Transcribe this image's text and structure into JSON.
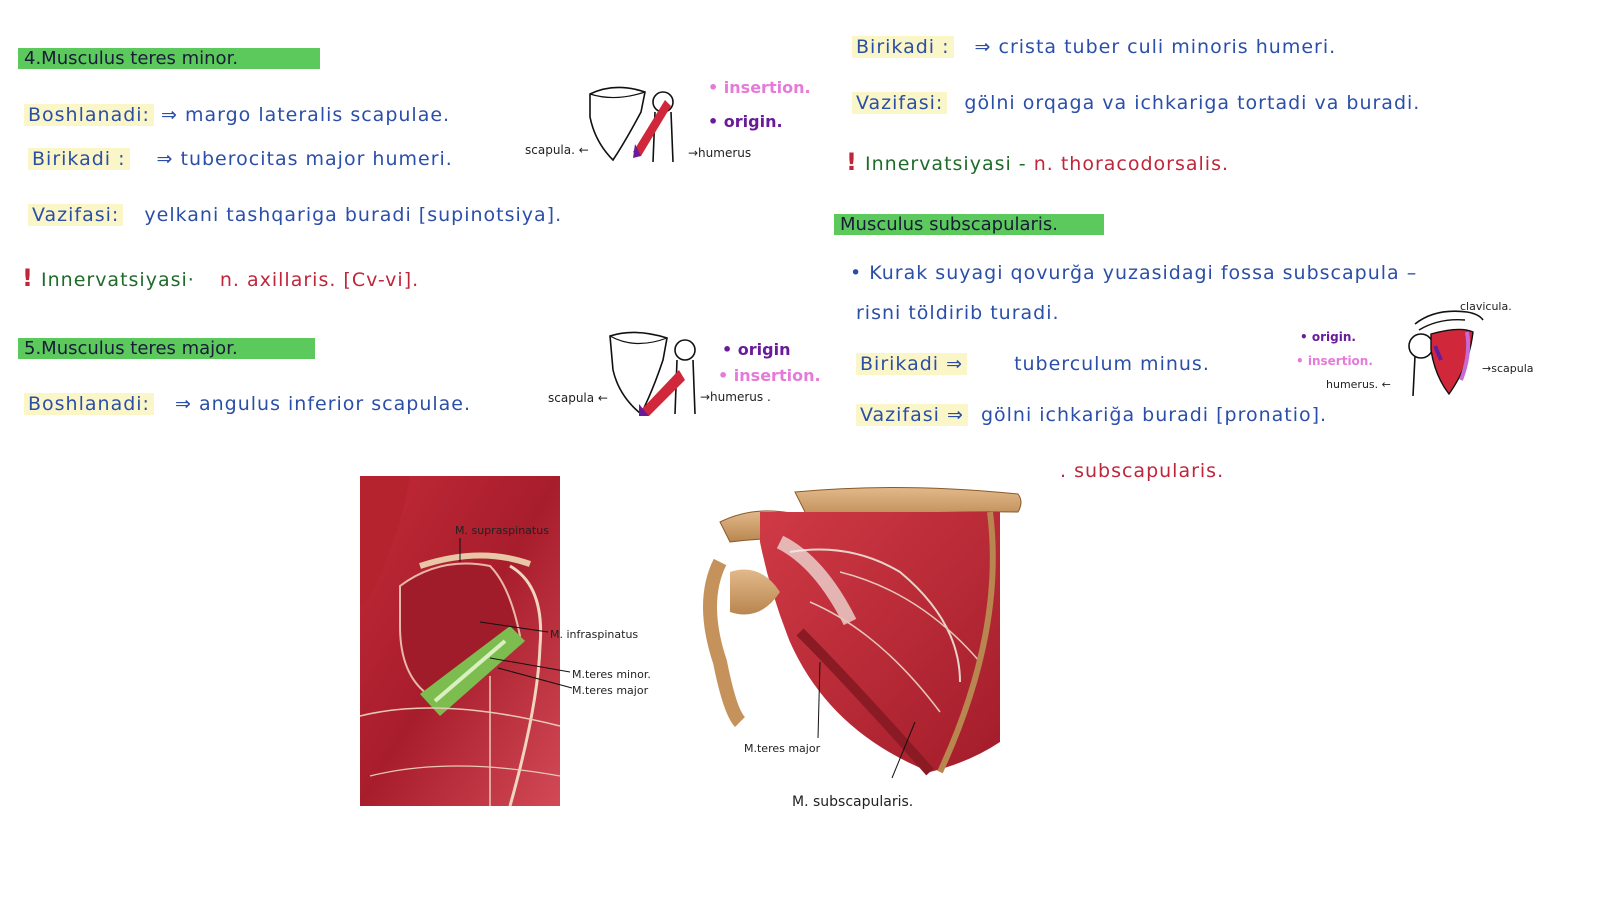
{
  "left": {
    "s4": {
      "title": "4.Musculus teres minor.",
      "l1_key": "Boshlanadi:",
      "l1_val": "⇒ margo lateralis scapulae.",
      "l2_key": "Birikadi :",
      "l2_val": "⇒ tuberocitas major humeri.",
      "l3_key": "Vazifasi:",
      "l3_val": "yelkani tashqariga buradi [supinotsiya].",
      "l4_key": "Innervatsiyasi·",
      "l4_val": "n. axillaris. [Cv-vi].",
      "fig": {
        "insertion": "• insertion.",
        "origin": "• origin.",
        "scapula": "scapula. ←",
        "humerus": "→humerus"
      }
    },
    "s5": {
      "title": "5.Musculus teres major.",
      "l1_key": "Boshlanadi:",
      "l1_val": "⇒ angulus inferior scapulae.",
      "fig": {
        "origin": "• origin",
        "insertion": "• insertion.",
        "scapula": "scapula ←",
        "humerus": "→humerus ."
      }
    }
  },
  "right": {
    "r1_key": "Birikadi :",
    "r1_val": "⇒ crista tuber culi minoris humeri.",
    "r2_key": "Vazifasi:",
    "r2_val": "gölni orqaga va ichkariga tortadi va buradi.",
    "r3_key": "Innervatsiyasi -",
    "r3_val": "n. thoracodorsalis.",
    "sub": {
      "title": "Musculus subscapularis.",
      "b1": "• Kurak suyagi qovurğa yuzasidagi fossa subscapula –",
      "b2": "risni töldirib turadi.",
      "l1_key": "Birikadi ⇒",
      "l1_val": "tuberculum minus.",
      "l2_key": "Vazifasi ⇒",
      "l2_val": "gölni ichkariğa buradi [pronatio].",
      "l3": ". subscapularis.",
      "fig": {
        "origin": "• origin.",
        "insertion": "• insertion.",
        "clavicula": "clavicula.",
        "scapula": "→scapula",
        "humerus": "humerus. ←"
      }
    }
  },
  "anat1": {
    "supraspinatus": "M. supraspinatus",
    "infraspinatus": "M. infraspinatus",
    "teres_minor": "M.teres minor.",
    "teres_major": "M.teres major"
  },
  "anat2": {
    "teres_major": "M.teres major",
    "caption": "M. subscapularis."
  }
}
